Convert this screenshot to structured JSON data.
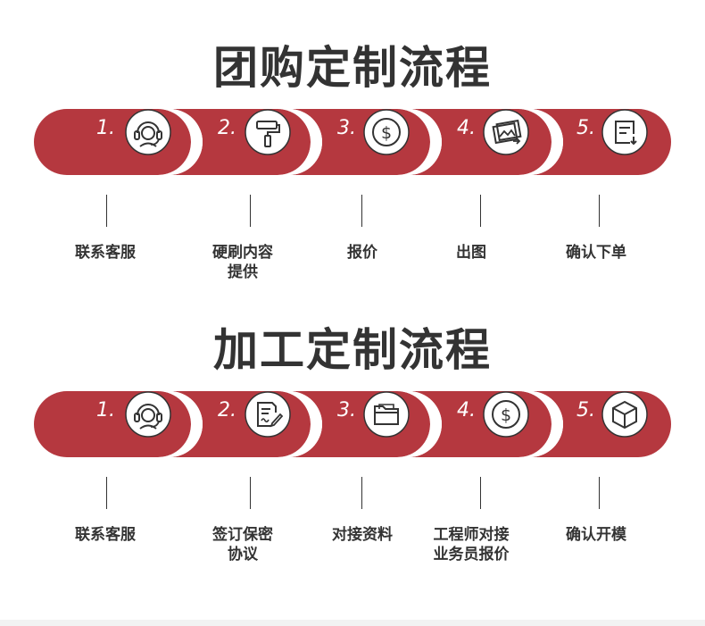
{
  "colors": {
    "band": "#b5383f",
    "ring": "#ffffff",
    "text": "#333333"
  },
  "sections": [
    {
      "title": "团购定制流程",
      "steps": [
        {
          "num": "1.",
          "icon": "headset-icon",
          "caption_lines": [
            "联系客服"
          ]
        },
        {
          "num": "2.",
          "icon": "paint-roller-icon",
          "caption_lines": [
            "硬刷内容",
            "提供"
          ]
        },
        {
          "num": "3.",
          "icon": "dollar-coin-icon",
          "caption_lines": [
            "报价"
          ]
        },
        {
          "num": "4.",
          "icon": "image-gallery-icon",
          "caption_lines": [
            "出图"
          ]
        },
        {
          "num": "5.",
          "icon": "document-download-icon",
          "caption_lines": [
            "确认下单"
          ]
        }
      ]
    },
    {
      "title": "加工定制流程",
      "steps": [
        {
          "num": "1.",
          "icon": "headset-icon",
          "caption_lines": [
            "联系客服"
          ]
        },
        {
          "num": "2.",
          "icon": "document-sign-icon",
          "caption_lines": [
            "签订保密",
            "协议"
          ]
        },
        {
          "num": "3.",
          "icon": "folder-icon",
          "caption_lines": [
            "对接资料"
          ]
        },
        {
          "num": "4.",
          "icon": "dollar-coin-icon",
          "caption_lines": [
            "工程师对接",
            "业务员报价"
          ]
        },
        {
          "num": "5.",
          "icon": "box-cube-icon",
          "caption_lines": [
            "确认开模"
          ]
        }
      ]
    }
  ]
}
